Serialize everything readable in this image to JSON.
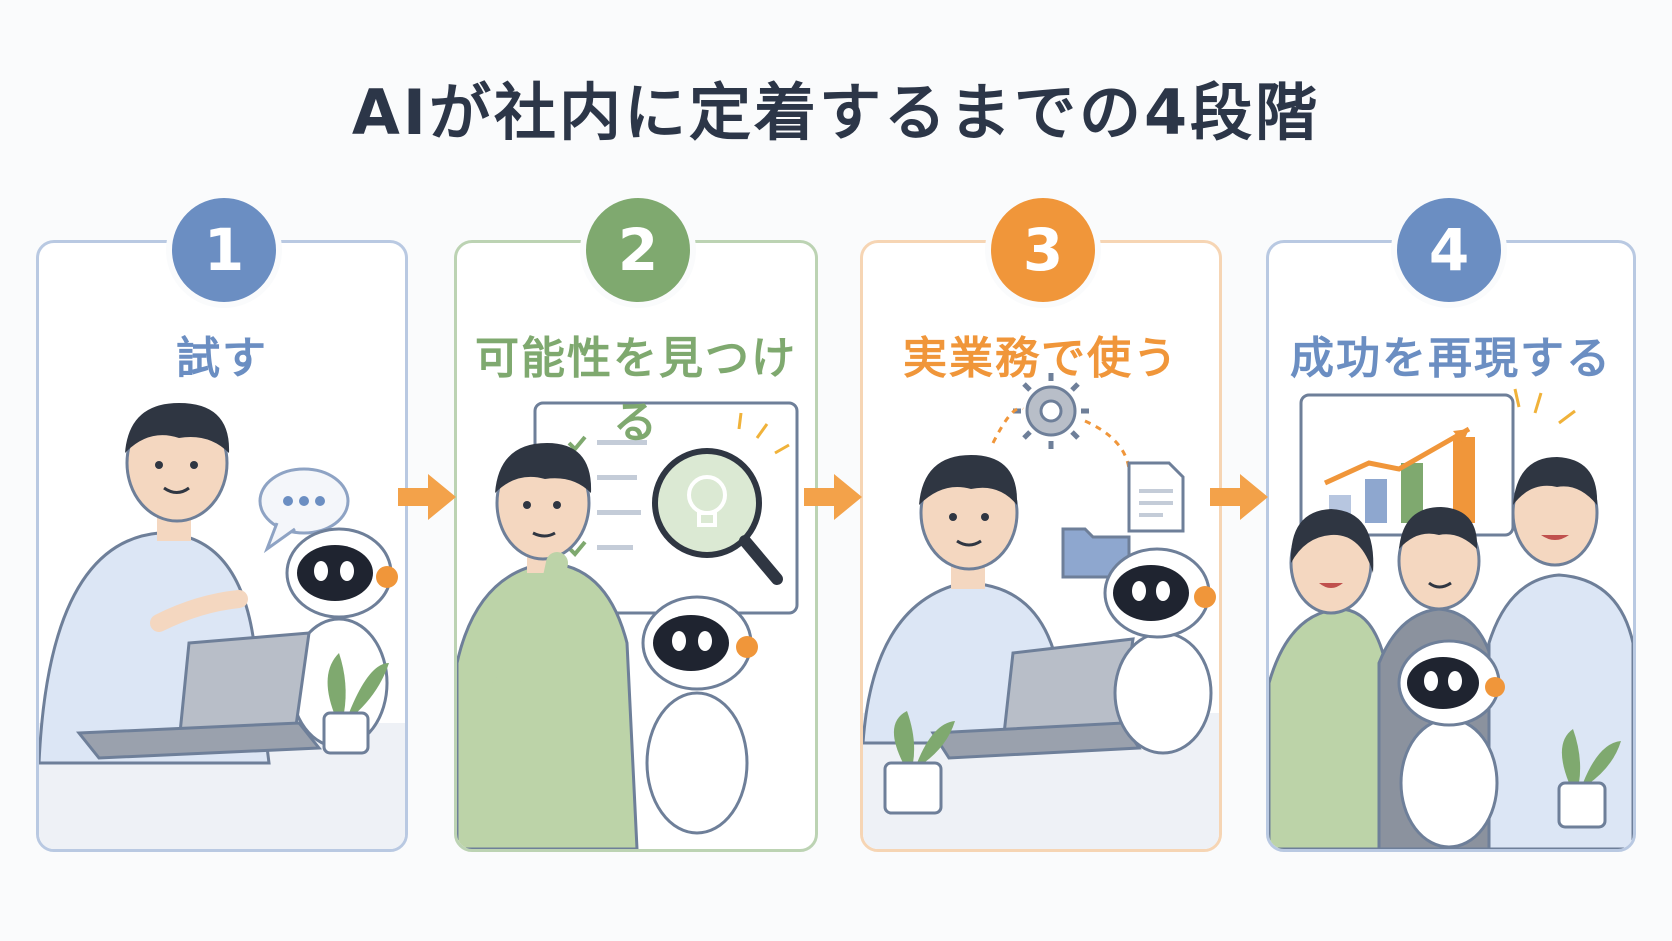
{
  "title": "AIが社内に定着するまでの4段階",
  "steps": [
    {
      "number": "1",
      "label": "試す",
      "color": "#6b8ec2"
    },
    {
      "number": "2",
      "label": "可能性を見つける",
      "color": "#7fa96f"
    },
    {
      "number": "3",
      "label": "実業務で使う",
      "color": "#f0963a"
    },
    {
      "number": "4",
      "label": "成功を再現する",
      "color": "#6b8ec2"
    }
  ],
  "arrow_color": "#f3a24a"
}
